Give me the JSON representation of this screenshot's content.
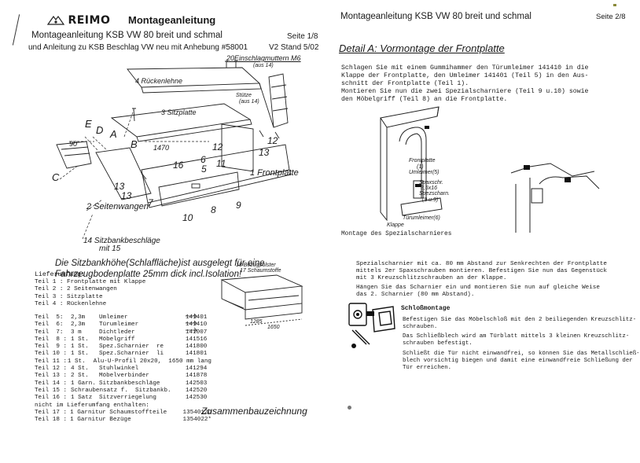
{
  "left_page": {
    "brand": "REIMO",
    "main_title": "Montageanleitung",
    "subtitle_1": "Montageanleitung KSB VW 80 breit und schmal",
    "page_1": "Seite 1/8",
    "subtitle_2": "und Anleitung zu KSB Beschlag VW neu mit Anhebung #58001",
    "version": "V2 Stand 5/02",
    "drawing_labels": {
      "nuts": "20Einschlagmuttern M6",
      "nuts_sub": "(aus 14)",
      "back": "4 Rückenlehne",
      "seat": "3 Sitzplatte",
      "support": "Stütze",
      "support_sub": "(aus 14)",
      "e": "E",
      "d": "D",
      "a": "A",
      "b": "B",
      "c": "C",
      "n90": "90",
      "n1470": "1470",
      "n12a": "12",
      "n12b": "12",
      "n13a": "13",
      "n13b": "13",
      "n13c": "13",
      "n16": "16",
      "n6": "6",
      "n5": "5",
      "n11": "11",
      "n7": "7",
      "n10": "10",
      "n8": "8",
      "n9": "9",
      "front": "1 Frontplatte",
      "walls": "2 Seitenwangen",
      "fittings": "14 Sitzbankbeschläge",
      "fittings_sub": "mit 15"
    },
    "note_1": "Die Sitzbankhöhe(Schlaffläche)ist ausgelegt für eine",
    "note_2": "Fahrzeugbodenplatte 25mm dick incl.Isolation!",
    "scope_title": "Lieferumfang:",
    "scope": [
      "Teil 1 : Frontplatte mit Klappe",
      "Teil 2 : 2 Seitenwangen",
      "Teil 3 : Sitzplatte",
      "Teil 4 : Rückenlehne"
    ],
    "parts": [
      {
        "teil": "Teil  5:",
        "qty": "2,3m",
        "name": "Umleimer",
        "nr": "141401"
      },
      {
        "teil": "Teil  6:",
        "qty": "2,3m",
        "name": "Türumleimer",
        "nr": "141410"
      },
      {
        "teil": "Teil  7:",
        "qty": "3 m",
        "name": "Dichtleder",
        "nr": "141007"
      },
      {
        "teil": "Teil  8 :",
        "qty": "1 St.",
        "name": "Möbelgriff",
        "nr": "141516"
      },
      {
        "teil": "Teil  9 :",
        "qty": "1 St.",
        "name": "Spez.Scharnier  re",
        "nr": "141800"
      },
      {
        "teil": "Teil 10 :",
        "qty": "1 St.",
        "name": "Spez.Scharnier  li",
        "nr": "141801"
      },
      {
        "teil": "Teil 11 :",
        "qty": "1 St.",
        "name": "Alu-U-Profil 20x20,  1650 mm lang",
        "nr": ""
      },
      {
        "teil": "Teil 12 :",
        "qty": "4 St.",
        "name": "Stuhlwinkel",
        "nr": "141294"
      },
      {
        "teil": "Teil 13 :",
        "qty": "2 St.",
        "name": "Möbelverbinder",
        "nr": "141878"
      },
      {
        "teil": "Teil 14 :",
        "qty": "1 Garn.",
        "name": "Sitzbankbeschläge",
        "nr": "142503"
      },
      {
        "teil": "Teil 15 :",
        "qty": "Schraubensatz f.",
        "name": "Sitzbankb.",
        "nr": "142520"
      },
      {
        "teil": "Teil 16 :",
        "qty": "1 Satz",
        "name": "Sitzverriegelung",
        "nr": "142530"
      }
    ],
    "not_included": "nicht im Lieferumfang enthalten:",
    "extras": [
      {
        "teil": "Teil 17 :",
        "name": "1 Garnitur Schaumstoffteile",
        "nr": "1354012O"
      },
      {
        "teil": "Teil 18 :",
        "name": "1 Garnitur Bezüge",
        "nr": "1354022*"
      }
    ],
    "inset_label_1": "18 Bezugpolster",
    "inset_label_2": "17 Schaumstoffe",
    "inset_dim_1": "1285",
    "inset_dim_2": "1650",
    "caption": "Zusammenbauzeichnung"
  },
  "right_page": {
    "header": "Montageanleitung KSB VW 80 breit und schmal",
    "page_2": "Seite 2/8",
    "detail_title": "Detail A: Vormontage der Frontplatte",
    "para_1": [
      "Schlagen Sie mit einem Gummihammer den Türumleimer 141410 in die",
      "Klappe der Frontplatte, den Umleimer 141401 (Teil 5) in den Aus-",
      "schnitt der Frontplatte (Teil 1).",
      "Montieren Sie nun die zwei Spezialscharniere (Teil 9 u.10) sowie",
      "den Möbelgriff (Teil 8) an die Frontplatte."
    ],
    "fig_labels": {
      "front": "Frontplatte",
      "front_sub": "(1)",
      "umleimer": "Umleimer(5)",
      "spax": "Spaxschr.",
      "spax_sub": "3,5x16",
      "hinge": "Spezscharn.",
      "hinge_sub": "(9 u.9)",
      "door": "Türumleimer(6)",
      "flap": "Klappe"
    },
    "fig_caption": "Montage des Spezialscharnieres",
    "para_2": [
      "Spezialscharnier mit ca. 80 mm Abstand zur Senkrechten der Frontplatte",
      "mittels 2er Spaxschrauben montieren. Befestigen Sie nun das Gegenstück",
      "mit 3 Kreuzschlitzschrauben an der Klappe."
    ],
    "para_3": [
      "Hängen Sie das Scharnier ein und montieren Sie nun auf gleiche Weise",
      "das 2. Scharnier (80 mm Abstand)."
    ],
    "lock_title": "Schloßmontage",
    "lock_1": [
      "Befestigen Sie das Möbelschloß mit den 2 beiliegenden Kreuzschlitz-",
      "schrauben."
    ],
    "lock_2": [
      "Das Schließblech wird am Türblatt mittels 3 kleinen Kreuzschlitz-",
      "schrauben befestigt."
    ],
    "lock_3": [
      "Schließt die Tür nicht einwandfrei, so können Sie das Metallschließ-",
      "blech vorsichtig biegen und damit eine einwandfreie Schließung der",
      "Tür erreichen."
    ]
  }
}
